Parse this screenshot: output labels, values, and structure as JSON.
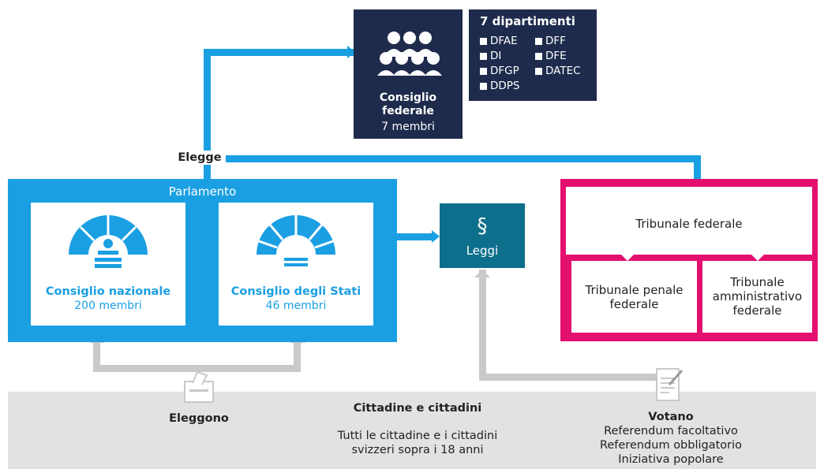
{
  "colors": {
    "parliament": "#1a9fe3",
    "council": "#1e2b4c",
    "laws": "#0e6f8c",
    "courts": "#e3106f",
    "citizens": "#e2e2e2",
    "connector_grey": "#c9c9c9"
  },
  "icons": [
    "people-group-icon",
    "hemicycle-icon",
    "ballot-box-icon",
    "document-pen-icon"
  ],
  "council": {
    "title": "Consiglio federale",
    "members": "7 membri"
  },
  "departments": {
    "heading": "7 dipartimenti",
    "items": [
      "DFAE",
      "DFF",
      "DI",
      "DFE",
      "DFGP",
      "DATEC",
      "DDPS"
    ]
  },
  "elects_label": "Elegge",
  "parliament": {
    "title": "Parlamento",
    "national": {
      "name": "Consiglio nazionale",
      "members": "200 membri"
    },
    "states": {
      "name": "Consiglio degli Stati",
      "members": "46 membri"
    }
  },
  "laws": {
    "symbol": "§",
    "label": "Leggi"
  },
  "courts": {
    "federal": "Tribunale federale",
    "penal_line1": "Tribunale penale",
    "penal_line2": "federale",
    "admin_line1": "Tribunale",
    "admin_line2": "amministrativo",
    "admin_line3": "federale"
  },
  "citizens": {
    "title": "Cittadine e cittadini",
    "desc_line1": "Tutti le cittadine e i cittadini",
    "desc_line2": "svizzeri sopra i 18 anni",
    "elect_label": "Eleggono",
    "vote_label": "Votano",
    "vote_items": [
      "Referendum facoltativo",
      "Referendum obbligatorio",
      "Iniziativa popolare"
    ]
  }
}
